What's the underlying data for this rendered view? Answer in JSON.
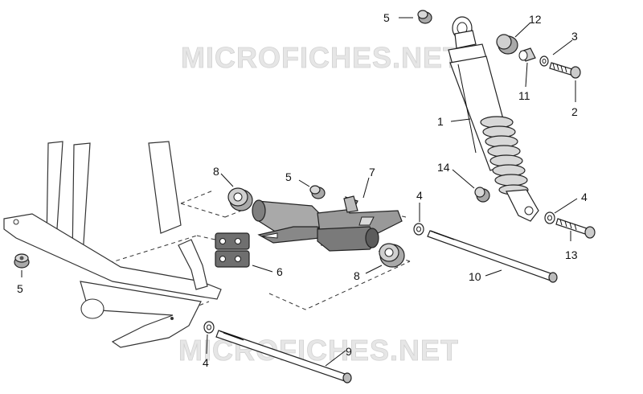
{
  "watermark": "MICROFICHES.NET",
  "callouts": {
    "c1": "1",
    "c2": "2",
    "c3": "3",
    "c4a": "4",
    "c4b": "4",
    "c4c": "4",
    "c5a": "5",
    "c5b": "5",
    "c5c": "5",
    "c6": "6",
    "c7": "7",
    "c8a": "8",
    "c8b": "8",
    "c9": "9",
    "c10": "10",
    "c11": "11",
    "c12": "12",
    "c13": "13",
    "c14": "14"
  },
  "colors": {
    "part_fill": "#a9a9a9",
    "part_dark": "#6f6f6f",
    "line": "#222222",
    "watermark": "#e6e6e6"
  }
}
